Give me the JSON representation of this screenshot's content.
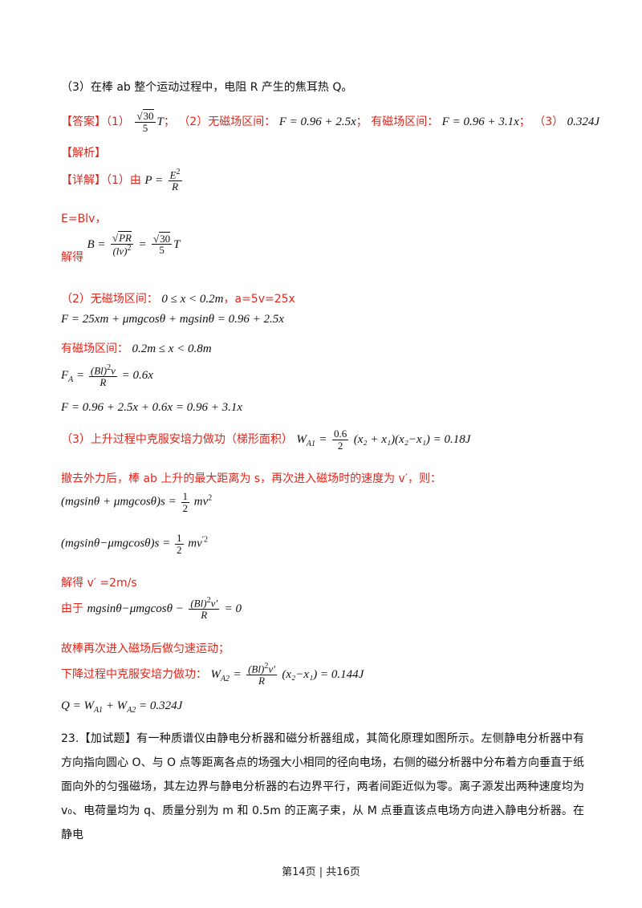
{
  "q3_statement": "（3）在棒 ab 整个运动过程中，电阻 R 产生的焦耳热 Q。",
  "answer": {
    "tag": "【答案】",
    "p1": "（1）",
    "v1_sqrt": "30",
    "v1_den": "5",
    "v1_unit": "T",
    "sep1": "；",
    "p2": "（2）无磁场区间：",
    "f_nofield": "F = 0.96 + 2.5x",
    "sep2": "；",
    "p2b": "有磁场区间：",
    "f_field": "F = 0.96 + 3.1x",
    "sep3": "；",
    "p3": "（3）",
    "q_val": "0.324J"
  },
  "analysis_tag": "【解析】",
  "detail": {
    "tag": "【详解】",
    "p1": "（1）由",
    "p_eq_lhs": "P =",
    "p_num": "E",
    "p_num_sup": "2",
    "p_den": "R",
    "e_line": "E=Blv，",
    "solve": "解得",
    "b_lhs": "B =",
    "b_num": "PR",
    "b_den": "(lv)",
    "b_den_sup": "2",
    "b_eq": "=",
    "b_sqrt": "30",
    "b_den2": "5",
    "b_unit": "T"
  },
  "part2": {
    "label_nofield": "（2）无磁场区间：",
    "range_nofield": "0 ≤ x < 0.2m",
    "accel": "，a=5v=25x",
    "eq1": "F = 25xm + μmgcosθ + mgsinθ = 0.96 + 2.5x",
    "label_field": "有磁场区间：",
    "range_field": "0.2m ≤ x < 0.8m",
    "fa_lhs": "F",
    "fa_sub": "A",
    "fa_eq": "=",
    "fa_num": "(Bl)",
    "fa_num_sup": "2",
    "fa_num_v": "v",
    "fa_den": "R",
    "fa_rhs": "= 0.6x",
    "eq2": "F = 0.96 + 2.5x + 0.6x = 0.96 + 3.1x"
  },
  "part3": {
    "label": "（3）上升过程中克服安培力做功（梯形面积）",
    "wa1_lhs": "W",
    "wa1_sub": "A1",
    "wa1_eq": "=",
    "wa1_num": "0.6",
    "wa1_den": "2",
    "wa1_rhs": "(x₂ + x₁)(x₂−x₁) = 0.18J",
    "text1": "撤去外力后，棒 ab 上升的最大距离为 s，再次进入磁场时的速度为 v′，则：",
    "eq_a_lhs": "(mgsinθ + μmgcosθ)s =",
    "eq_a_num": "1",
    "eq_a_den": "2",
    "eq_a_rhs": "mv",
    "eq_a_sup": "2",
    "eq_b_lhs": "(mgsinθ−μmgcosθ)s =",
    "eq_b_num": "1",
    "eq_b_den": "2",
    "eq_b_rhs": "mv",
    "eq_b_sup": "′2",
    "text2": "解得 v′ =2m/s",
    "text3": "由于",
    "eq_c_lhs": "mgsinθ−μmgcosθ −",
    "eq_c_num": "(Bl)",
    "eq_c_num_sup": "2",
    "eq_c_num_v": "v′",
    "eq_c_den": "R",
    "eq_c_rhs": "= 0",
    "text4": "故棒再次进入磁场后做匀速运动；",
    "text5": "下降过程中克服安培力做功：",
    "wa2_lhs": "W",
    "wa2_sub": "A2",
    "wa2_eq": "=",
    "wa2_num": "(Bl)",
    "wa2_num_sup": "2",
    "wa2_num_v": "v′",
    "wa2_den": "R",
    "wa2_rhs": "(x₂−x₁) = 0.144J",
    "q_eq": "Q = W",
    "q_sub1": "A1",
    "q_plus": " + W",
    "q_sub2": "A2",
    "q_rhs": " = 0.324J"
  },
  "q23": "23.【加试题】有一种质谱仪由静电分析器和磁分析器组成，其简化原理如图所示。左侧静电分析器中有方向指向圆心 O、与 O 点等距离各点的场强大小相同的径向电场，右侧的磁分析器中分布着方向垂直于纸面向外的匀强磁场，其左边界与静电分析器的右边界平行，两者间距近似为零。离子源发出两种速度均为 v₀、电荷量均为 q、质量分别为 m 和 0.5m 的正离子束，从 M 点垂直该点电场方向进入静电分析器。在静电",
  "footer": "第14页 | 共16页"
}
